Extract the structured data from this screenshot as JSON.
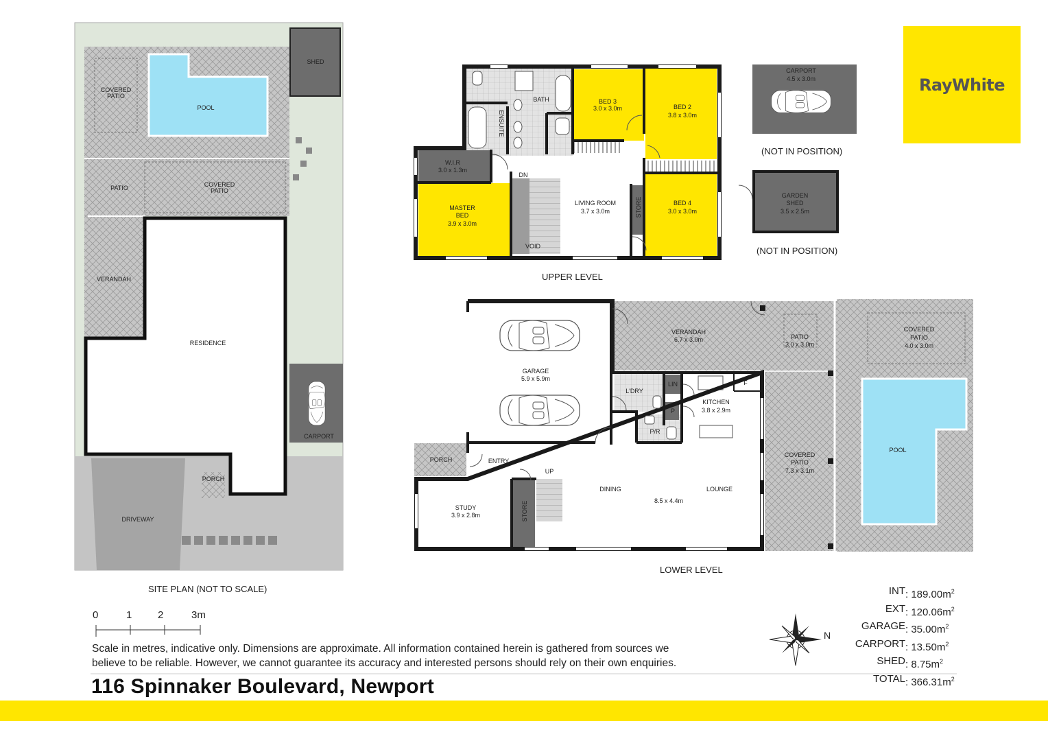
{
  "brand": {
    "name": "RayWhite",
    "color": "#ffe600"
  },
  "site_plan": {
    "caption": "SITE PLAN (NOT TO SCALE)",
    "labels": {
      "shed": "SHED",
      "pool": "POOL",
      "covered_patio_a": "COVERED",
      "covered_patio_b": "PATIO",
      "patio": "PATIO",
      "covered_patio2_a": "COVERED",
      "covered_patio2_b": "PATIO",
      "verandah": "VERANDAH",
      "residence": "RESIDENCE",
      "carport": "CARPORT",
      "porch": "PORCH",
      "driveway": "DRIVEWAY"
    }
  },
  "upper_level": {
    "caption": "UPPER LEVEL",
    "rooms": {
      "bath": "BATH",
      "ensuite": "ENSUITE",
      "bed3_name": "BED 3",
      "bed3_dim": "3.0 x 3.0m",
      "bed2_name": "BED 2",
      "bed2_dim": "3.8 x 3.0m",
      "wir_name": "W.I.R",
      "wir_dim": "3.0 x 1.3m",
      "dn": "DN",
      "master_a": "MASTER",
      "master_b": "BED",
      "master_dim": "3.9 x 3.0m",
      "void": "VOID",
      "living_name": "LIVING ROOM",
      "living_dim": "3.7 x 3.0m",
      "store": "STORE",
      "bed4_name": "BED 4",
      "bed4_dim": "3.0 x 3.0m"
    }
  },
  "outbuildings": {
    "carport_name": "CARPORT",
    "carport_dim": "4.5 x 3.0m",
    "carport_note": "(NOT IN POSITION)",
    "shed_a": "GARDEN",
    "shed_b": "SHED",
    "shed_dim": "3.5 x 2.5m",
    "shed_note": "(NOT IN POSITION)"
  },
  "lower_level": {
    "caption": "LOWER LEVEL",
    "rooms": {
      "garage_name": "GARAGE",
      "garage_dim": "5.9 x 5.9m",
      "verandah_name": "VERANDAH",
      "verandah_dim": "6.7 x 3.0m",
      "patio_name": "PATIO",
      "patio_dim": "3.0 x 3.0m",
      "covpatio_a": "COVERED",
      "covpatio_b": "PATIO",
      "covpatio_dim": "4.0 x 3.0m",
      "lin": "LIN",
      "f": "F",
      "ldry": "L'DRY",
      "kitchen_name": "KITCHEN",
      "kitchen_dim": "3.8 x 2.9m",
      "p": "P",
      "pr": "P/R",
      "porch": "PORCH",
      "entry": "ENTRY",
      "up": "UP",
      "study_name": "STUDY",
      "study_dim": "3.9 x 2.8m",
      "store": "STORE",
      "dining": "DINING",
      "lounge": "LOUNGE",
      "living_dim": "8.5 x 4.4m",
      "covpatio2_a": "COVERED",
      "covpatio2_b": "PATIO",
      "covpatio2_dim": "7.3 x 3.1m",
      "pool": "POOL"
    }
  },
  "scale_bar": {
    "ticks": [
      "0",
      "1",
      "2",
      "3m"
    ]
  },
  "disclaimer": {
    "line1": "Scale in metres, indicative only. Dimensions are approximate. All information contained herein is gathered from sources we",
    "line2": "believe to be reliable. However, we cannot guarantee its accuracy and interested persons should rely on their own enquiries."
  },
  "compass": {
    "label": "N"
  },
  "areas": [
    {
      "label": "INT",
      "value": ": 189.00m",
      "unit_sup": "2"
    },
    {
      "label": "EXT",
      "value": ": 120.06m",
      "unit_sup": "2"
    },
    {
      "label": "GARAGE",
      "value": ":  35.00m",
      "unit_sup": "2"
    },
    {
      "label": "CARPORT",
      "value": ":  13.50m",
      "unit_sup": "2"
    },
    {
      "label": "SHED",
      "value": ":    8.75m",
      "unit_sup": "2"
    },
    {
      "label": "TOTAL",
      "value": ": 366.31m",
      "unit_sup": "2"
    }
  ],
  "address": "116 Spinnaker Boulevard, Newport",
  "colors": {
    "bedroom": "#ffe600",
    "pool": "#9ee1f5",
    "wall": "#1a1a1a",
    "dark_fill": "#6d6d6d",
    "lawn": "#dce5d6",
    "paving": "#b8b8b8"
  }
}
